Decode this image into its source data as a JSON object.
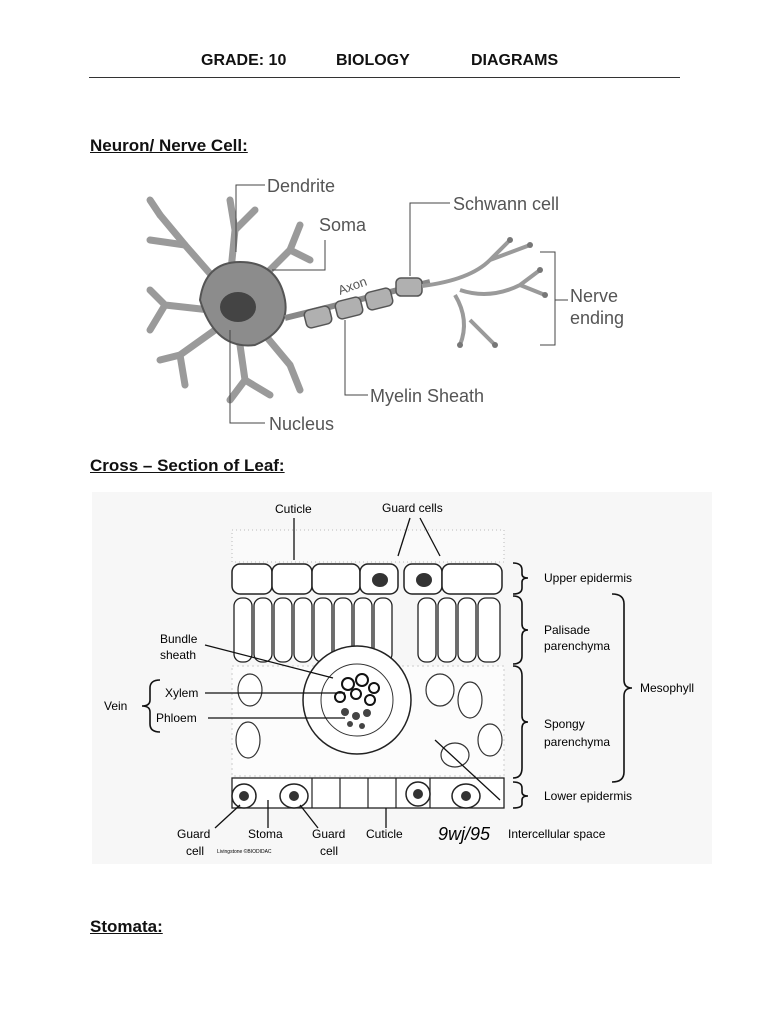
{
  "header": {
    "grade": "GRADE: 10",
    "subject": "BIOLOGY",
    "kind": "DIAGRAMS"
  },
  "sections": {
    "neuron": "Neuron/ Nerve Cell:",
    "leaf": "Cross – Section of Leaf:",
    "stomata": "Stomata:"
  },
  "neuron_labels": {
    "dendrite": "Dendrite",
    "soma": "Soma",
    "axon": "Axon",
    "schwann": "Schwann cell",
    "nerve": "Nerve",
    "ending": "ending",
    "myelin": "Myelin Sheath",
    "nucleus": "Nucleus"
  },
  "leaf_labels": {
    "cuticle_top": "Cuticle",
    "guard_cells_top": "Guard cells",
    "upper_epidermis": "Upper epidermis",
    "palisade_1": "Palisade",
    "palisade_2": "parenchyma",
    "mesophyll": "Mesophyll",
    "bundle_1": "Bundle",
    "bundle_2": "sheath",
    "vein": "Vein",
    "xylem": "Xylem",
    "phloem": "Phloem",
    "spongy_1": "Spongy",
    "spongy_2": "parenchyma",
    "lower_epidermis": "Lower epidermis",
    "guard_1": "Guard",
    "guard_1b": "cell",
    "stoma": "Stoma",
    "guard_2": "Guard",
    "guard_2b": "cell",
    "cuticle_bottom": "Cuticle",
    "intercellular": "Intercellular space",
    "credit": "Livingstone ©BIODIDAC",
    "signature": "9wj/95"
  }
}
